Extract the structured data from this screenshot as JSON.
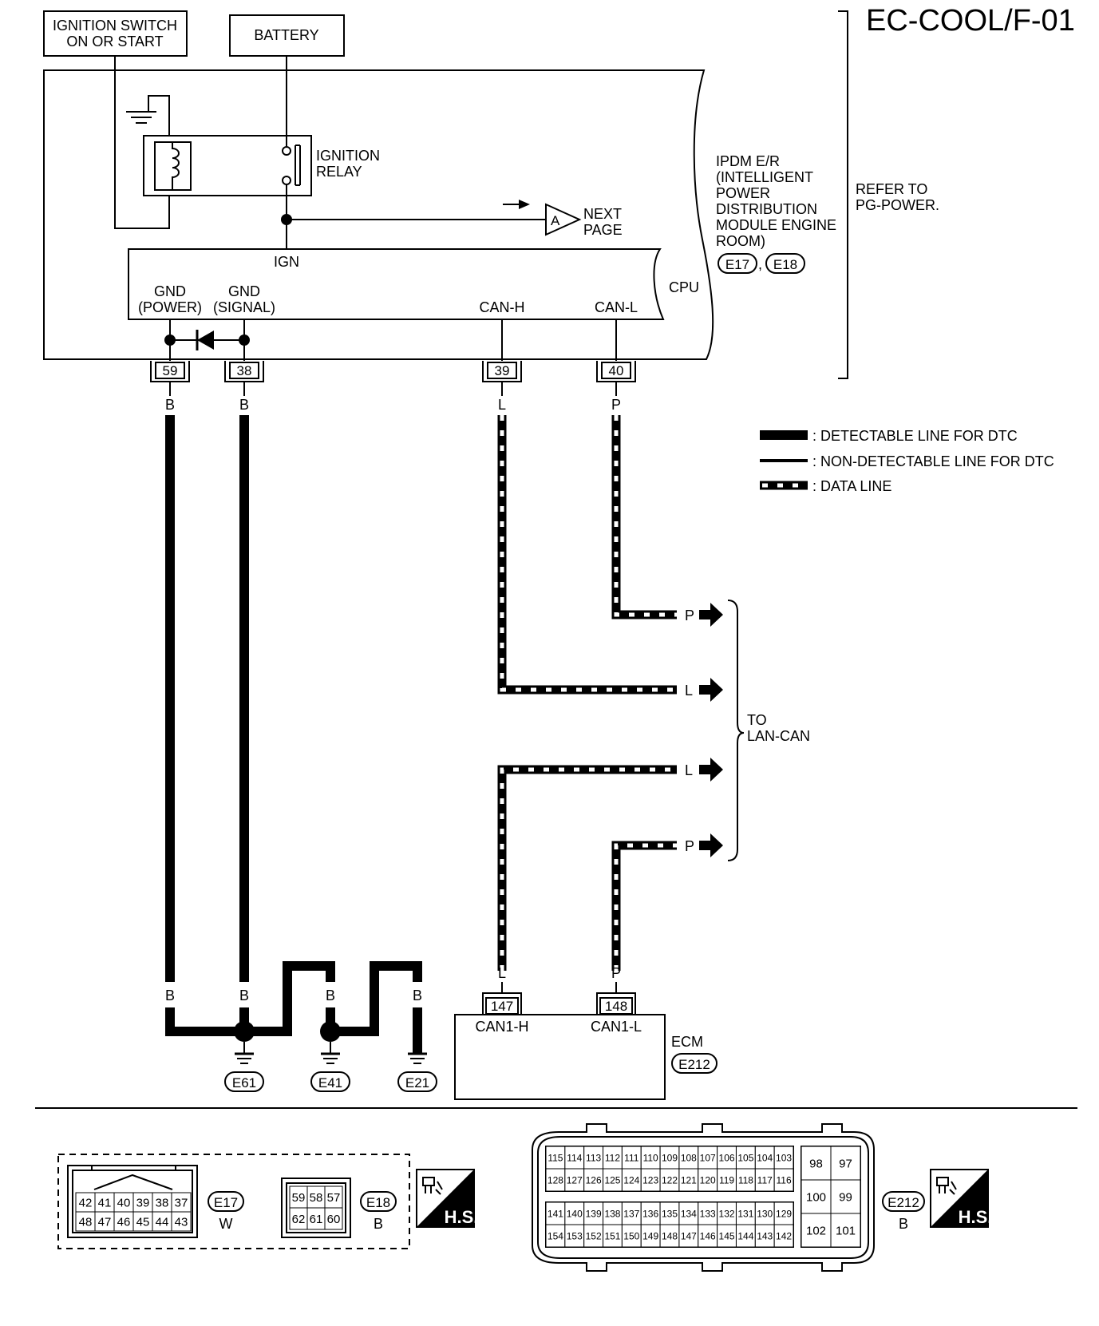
{
  "diagram_code": "EC-COOL/F-01",
  "inputs": {
    "ignition_switch": [
      "IGNITION SWITCH",
      "ON OR START"
    ],
    "battery": "BATTERY"
  },
  "ipdm": {
    "name_lines": [
      "IPDM E/R",
      "(INTELLIGENT",
      "POWER",
      "DISTRIBUTION",
      "MODULE ENGINE",
      "ROOM)"
    ],
    "connectors": [
      "E17",
      "E18"
    ],
    "separator": ",",
    "refer_lines": [
      "REFER TO",
      "PG-POWER."
    ],
    "relay_lines": [
      "IGNITION",
      "RELAY"
    ],
    "next_page_marker": "A",
    "next_page_lines": [
      "NEXT",
      "PAGE"
    ],
    "cpu": {
      "label": "CPU",
      "ign": "IGN",
      "gnd_power": [
        "GND",
        "(POWER)"
      ],
      "gnd_signal": [
        "GND",
        "(SIGNAL)"
      ],
      "can_h": "CAN-H",
      "can_l": "CAN-L"
    },
    "terminals": [
      "59",
      "38",
      "39",
      "40"
    ]
  },
  "wire_colors": {
    "gnd_power": "B",
    "gnd_signal": "B",
    "can_h": "L",
    "can_l": "P",
    "ground_link_1a": "B",
    "ground_link_1b": "B",
    "ground_link_2a": "B",
    "ground_link_2b": "B"
  },
  "legend": [
    {
      "style": "detectable",
      "label": ": DETECTABLE LINE FOR DTC"
    },
    {
      "style": "non-detectable",
      "label": ": NON-DETECTABLE LINE FOR DTC"
    },
    {
      "style": "data",
      "label": ": DATA LINE"
    }
  ],
  "lan_can": {
    "label_lines": [
      "TO",
      "LAN-CAN"
    ],
    "arrows": [
      "P",
      "L",
      "L",
      "P"
    ]
  },
  "grounds": [
    "E61",
    "E41",
    "E21"
  ],
  "ecm": {
    "label": "ECM",
    "connector": "E212",
    "terminals": [
      "147",
      "148"
    ],
    "pins": [
      "CAN1-H",
      "CAN1-L"
    ],
    "wire_colors": [
      "L",
      "P"
    ]
  },
  "connector_views": {
    "e17": {
      "name": "E17",
      "color": "W",
      "rows": [
        [
          "42",
          "41",
          "40",
          "39",
          "38",
          "37"
        ],
        [
          "48",
          "47",
          "46",
          "45",
          "44",
          "43"
        ]
      ]
    },
    "e18": {
      "name": "E18",
      "color": "B",
      "rows": [
        [
          "59",
          "58",
          "57"
        ],
        [
          "62",
          "61",
          "60"
        ]
      ]
    },
    "e212": {
      "name": "E212",
      "color": "B",
      "rows_upper": [
        [
          "115",
          "114",
          "113",
          "112",
          "111",
          "110",
          "109",
          "108",
          "107",
          "106",
          "105",
          "104",
          "103"
        ],
        [
          "128",
          "127",
          "126",
          "125",
          "124",
          "123",
          "122",
          "121",
          "120",
          "119",
          "118",
          "117",
          "116"
        ]
      ],
      "rows_lower": [
        [
          "141",
          "140",
          "139",
          "138",
          "137",
          "136",
          "135",
          "134",
          "133",
          "132",
          "131",
          "130",
          "129"
        ],
        [
          "154",
          "153",
          "152",
          "151",
          "150",
          "149",
          "148",
          "147",
          "146",
          "145",
          "144",
          "143",
          "142"
        ]
      ],
      "side": [
        [
          "98",
          "97"
        ],
        [
          "100",
          "99"
        ],
        [
          "102",
          "101"
        ]
      ]
    },
    "hs_label": "H.S."
  }
}
